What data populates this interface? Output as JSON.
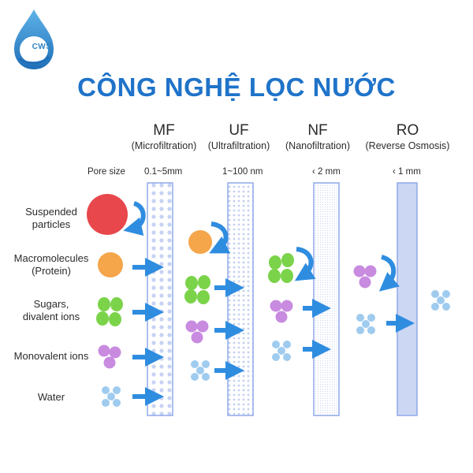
{
  "logo": {
    "text": "CWS"
  },
  "title": "CÔNG NGHỆ LỌC NƯỚC",
  "pore_size_label": "Pore size",
  "columns": [
    {
      "abbr": "MF",
      "full": "(Microfiltration)",
      "pore": "0.1~5mm"
    },
    {
      "abbr": "UF",
      "full": "(Ultrafiltration)",
      "pore": "1~100 nm"
    },
    {
      "abbr": "NF",
      "full": "(Nanofiltration)",
      "pore": "‹ 2 mm"
    },
    {
      "abbr": "RO",
      "full": "(Reverse Osmosis)",
      "pore": "‹ 1 mm"
    }
  ],
  "rows": [
    {
      "line1": "Suspended",
      "line2": "particles"
    },
    {
      "line1": "Macromolecules",
      "line2": "(Protein)"
    },
    {
      "line1": "Sugars,",
      "line2": "divalent ions"
    },
    {
      "line1": "Monovalent ions",
      "line2": ""
    },
    {
      "line1": "Water",
      "line2": ""
    }
  ],
  "colors": {
    "title": "#1f73c9",
    "suspended": "#e8474c",
    "protein": "#f5a54a",
    "sugar": "#7bd34a",
    "monovalent": "#c88be0",
    "water": "#9fcbef",
    "arrow": "#2f8de0",
    "membrane_border": "#8fa8e8"
  }
}
